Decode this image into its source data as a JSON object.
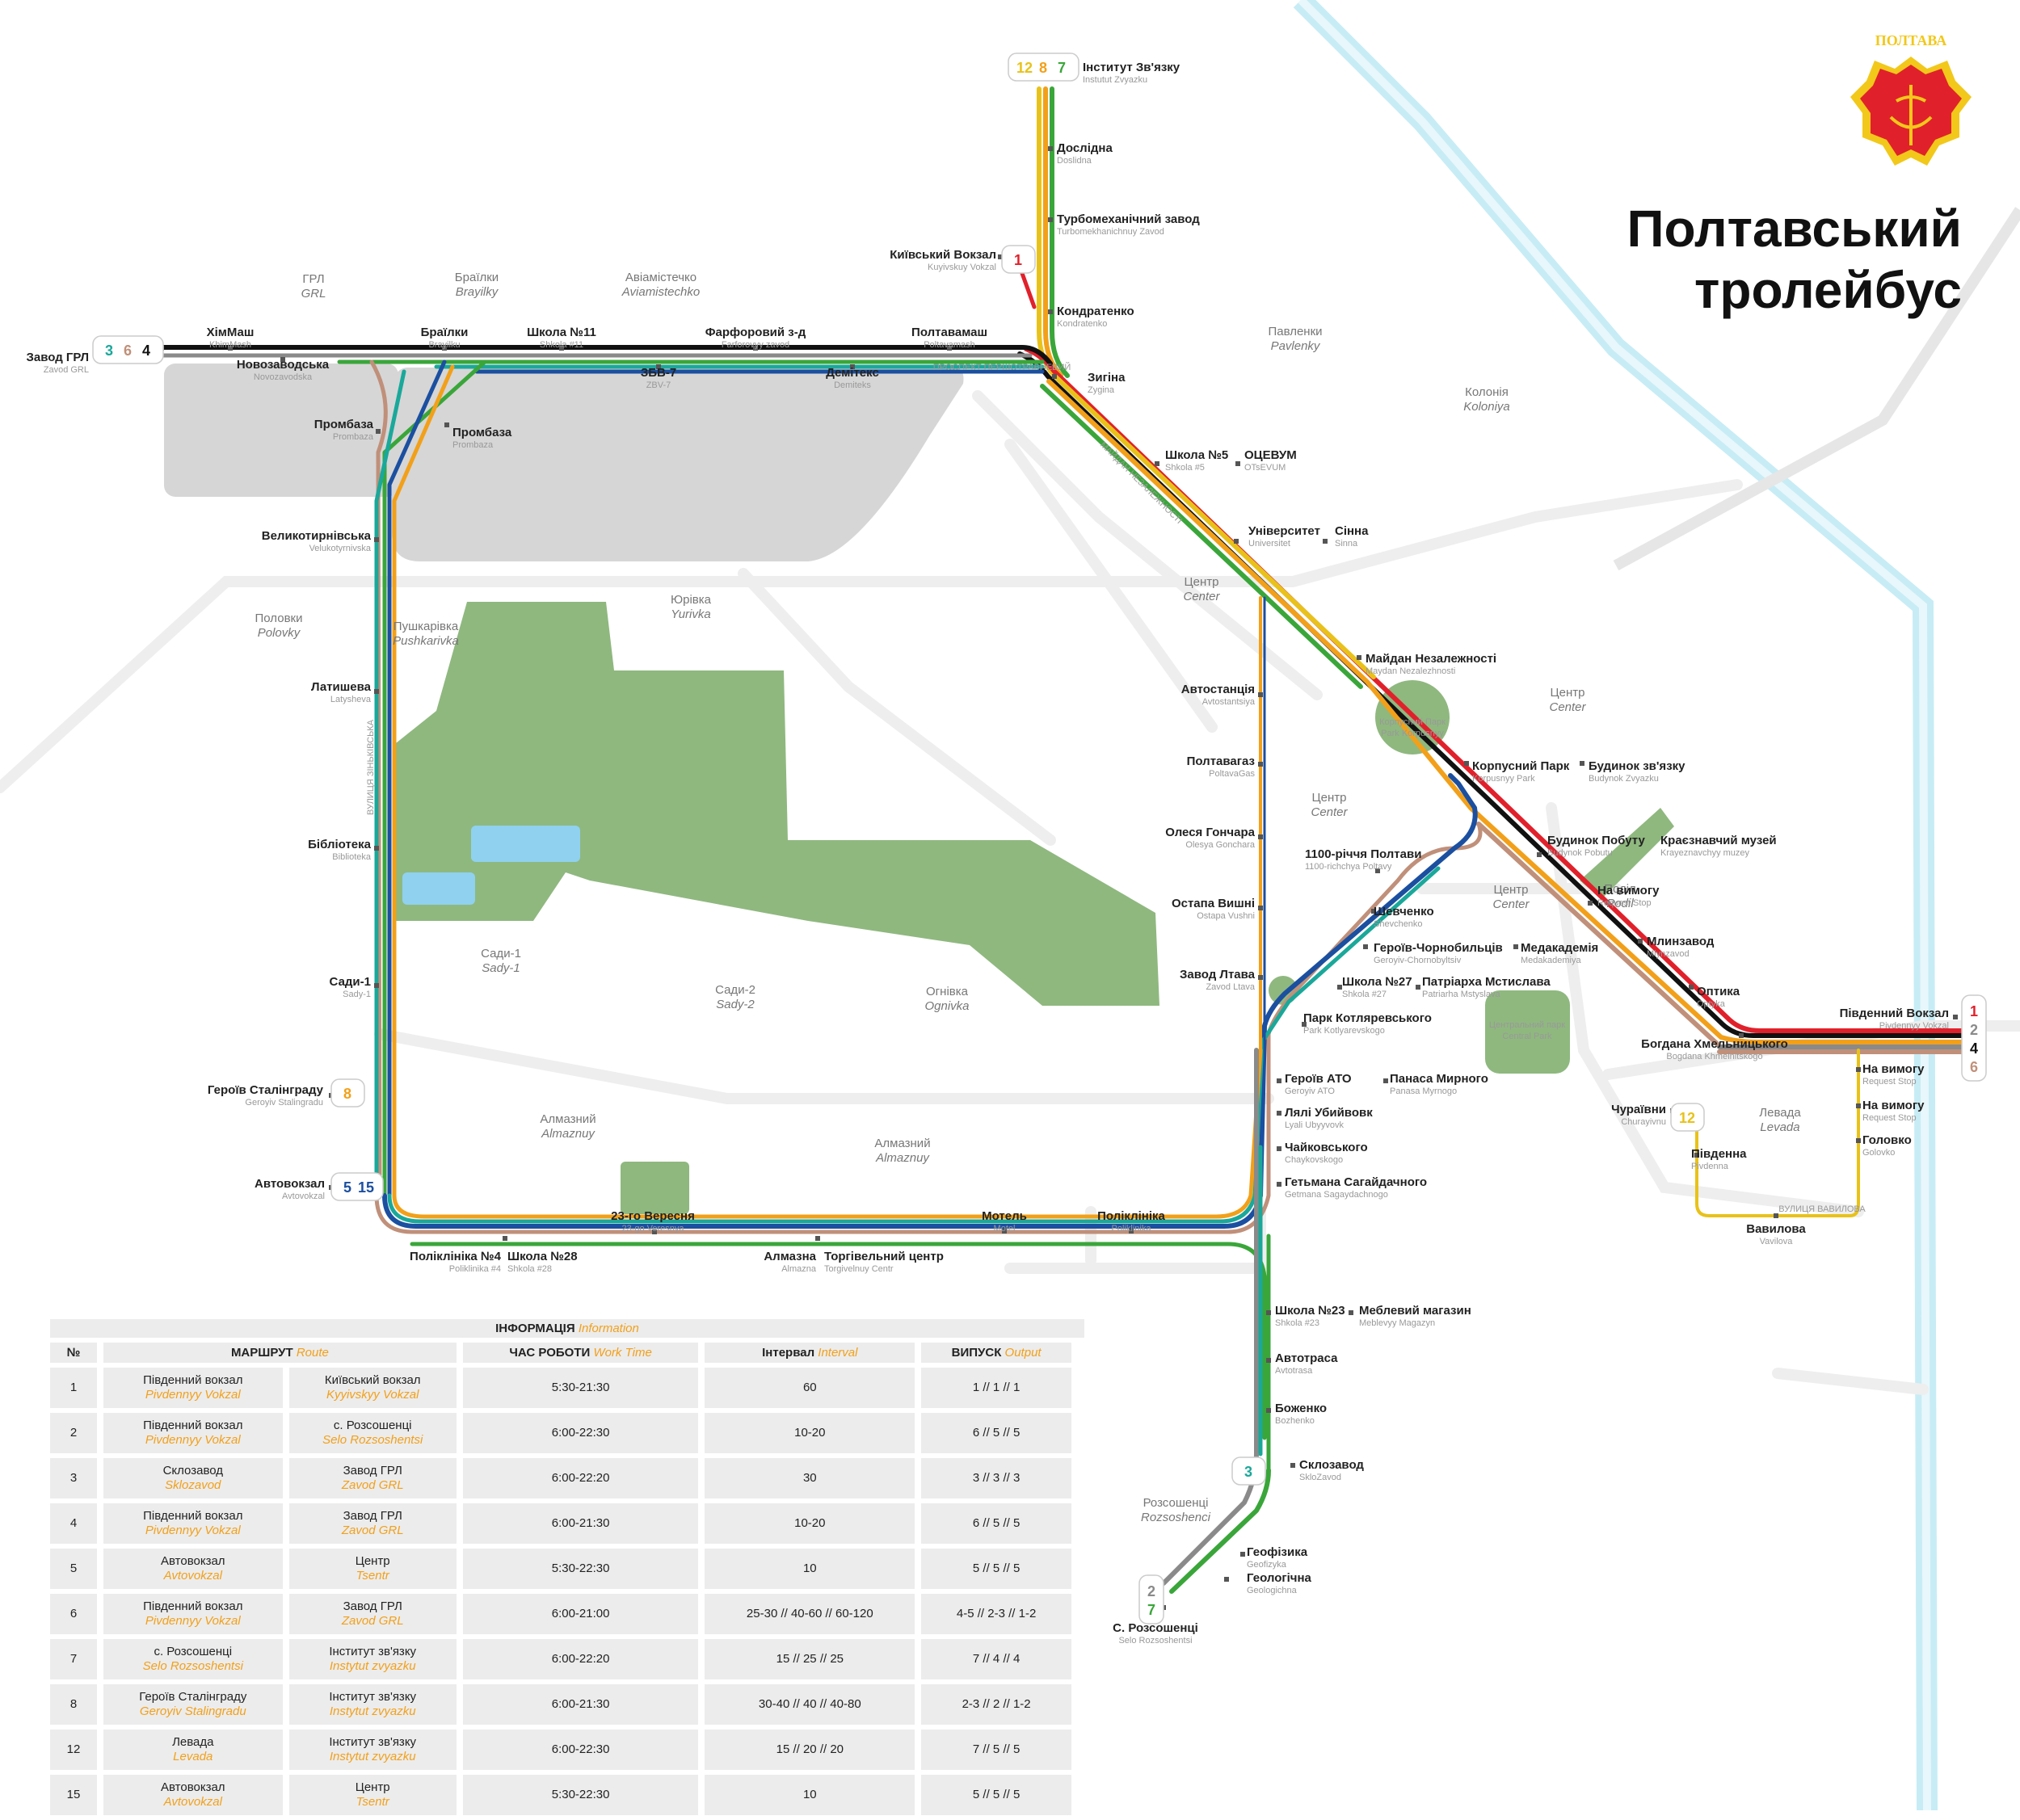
{
  "title": {
    "line1": "Полтавський",
    "line2": "тролейбус"
  },
  "crest": {
    "label": "ПОЛТАВА"
  },
  "colors": {
    "r1": "#e0212b",
    "r2": "#8a8a8a",
    "r3": "#1aa89a",
    "r4": "#111111",
    "r5": "#1b4fa0",
    "r6": "#c0907a",
    "r7": "#3aa63a",
    "r8": "#f2a01a",
    "r12": "#e8c21a",
    "r15": "#1b4fa0",
    "river": "#c7ecf5",
    "road": "#eeeeee",
    "park": "#8db879",
    "water": "#8fd1ef"
  },
  "districts": [
    {
      "name": "ГРЛ",
      "latin": "GRL"
    },
    {
      "name": "Браїлки",
      "latin": "Brayilky"
    },
    {
      "name": "Авіамістечко",
      "latin": "Aviamistechko"
    },
    {
      "name": "Павленки",
      "latin": "Pavlenky"
    },
    {
      "name": "Колонія",
      "latin": "Koloniya"
    },
    {
      "name": "Центр",
      "latin": "Center"
    },
    {
      "name": "Центр",
      "latin": "Center"
    },
    {
      "name": "Центр",
      "latin": "Center"
    },
    {
      "name": "Центр",
      "latin": "Center"
    },
    {
      "name": "Половки",
      "latin": "Polovky"
    },
    {
      "name": "Пушкарівка",
      "latin": "Pushkarivka"
    },
    {
      "name": "Юрівка",
      "latin": "Yurivka"
    },
    {
      "name": "Поділ",
      "latin": "Podil"
    },
    {
      "name": "Сади-1",
      "latin": "Sady-1"
    },
    {
      "name": "Сади-2",
      "latin": "Sady-2"
    },
    {
      "name": "Огнівка",
      "latin": "Ognivka"
    },
    {
      "name": "Алмазний",
      "latin": "Almaznuy"
    },
    {
      "name": "Алмазний",
      "latin": "Almaznuy"
    },
    {
      "name": "Левада",
      "latin": "Levada"
    },
    {
      "name": "Розсошенці",
      "latin": "Rozsoshenci"
    }
  ],
  "parks": [
    {
      "name": "Корпусний Парк",
      "latin": "Park Korpusnyy"
    },
    {
      "name": "Центральний парк",
      "latin": "Central Park"
    }
  ],
  "stations": [
    {
      "name": "Інститут Зв'язку",
      "latin": "Instutut Zvyazku"
    },
    {
      "name": "Дослідна",
      "latin": "Doslidna"
    },
    {
      "name": "Турбомеханічний завод",
      "latin": "Turbomekhanichnuy Zavod"
    },
    {
      "name": "Київський Вокзал",
      "latin": "Kuyivskuy Vokzal"
    },
    {
      "name": "Кондратенко",
      "latin": "Kondratenko"
    },
    {
      "name": "Зигіна",
      "latin": "Zygina"
    },
    {
      "name": "Школа №5",
      "latin": "Shkola #5"
    },
    {
      "name": "ОЦЕВУМ",
      "latin": "OTsEVUM"
    },
    {
      "name": "Університет",
      "latin": "Universitet"
    },
    {
      "name": "Сінна",
      "latin": "Sinna"
    },
    {
      "name": "Майдан Незалежності",
      "latin": "Maydan Nezalezhnosti"
    },
    {
      "name": "Корпусний Парк",
      "latin": "Korpusnyy Park"
    },
    {
      "name": "Будинок зв'язку",
      "latin": "Budynok Zvyazku"
    },
    {
      "name": "Будинок Побуту",
      "latin": "Budynok Pobutu"
    },
    {
      "name": "Краєзнавчий музей",
      "latin": "Krayeznavchyy muzey"
    },
    {
      "name": "На вимогу",
      "latin": "Request Stop"
    },
    {
      "name": "Млинзавод",
      "latin": "Mlynzavod"
    },
    {
      "name": "Оптика",
      "latin": "Optyka"
    },
    {
      "name": "Південний Вокзал",
      "latin": "Pivdennyy Vokzal"
    },
    {
      "name": "Богдана Хмельницького",
      "latin": "Bogdana Khmelnitskogo"
    },
    {
      "name": "На вимогу",
      "latin": "Request Stop"
    },
    {
      "name": "На вимогу",
      "latin": "Request Stop"
    },
    {
      "name": "Головко",
      "latin": "Golovko"
    },
    {
      "name": "Чураївни",
      "latin": "Churayivnu"
    },
    {
      "name": "Південна",
      "latin": "Pivdenna"
    },
    {
      "name": "Вавилова",
      "latin": "Vavilova"
    },
    {
      "name": "Завод ГРЛ",
      "latin": "Zavod GRL"
    },
    {
      "name": "ХімМаш",
      "latin": "KhimMash"
    },
    {
      "name": "Новозаводська",
      "latin": "Novozavodska"
    },
    {
      "name": "Браїлки",
      "latin": "Brayilku"
    },
    {
      "name": "Школа №11",
      "latin": "Shkola #11"
    },
    {
      "name": "ЗБВ-7",
      "latin": "ZBV-7"
    },
    {
      "name": "Фарфоровий з-д",
      "latin": "Farforovyy zavod"
    },
    {
      "name": "Демітекс",
      "latin": "Demiteks"
    },
    {
      "name": "Полтавамаш",
      "latin": "Poltavamash"
    },
    {
      "name": "Промбаза",
      "latin": "Prombaza"
    },
    {
      "name": "Промбаза",
      "latin": "Prombaza"
    },
    {
      "name": "Великотирнівська",
      "latin": "Velukotyrnivska"
    },
    {
      "name": "Латишева",
      "latin": "Latysheva"
    },
    {
      "name": "Бібліотека",
      "latin": "Biblioteka"
    },
    {
      "name": "Сади-1",
      "latin": "Sady-1"
    },
    {
      "name": "Героїв Сталінграду",
      "latin": "Geroyiv Stalingradu"
    },
    {
      "name": "Автовокзал",
      "latin": "Avtovokzal"
    },
    {
      "name": "Поліклініка №4",
      "latin": "Poliklinika #4"
    },
    {
      "name": "Школа №28",
      "latin": "Shkola #28"
    },
    {
      "name": "23-го Вересня",
      "latin": "23-go Veresnya"
    },
    {
      "name": "Алмазна",
      "latin": "Almazna"
    },
    {
      "name": "Торгівельний центр",
      "latin": "Torgivelnuy Centr"
    },
    {
      "name": "Мотель",
      "latin": "Motel"
    },
    {
      "name": "Поліклініка",
      "latin": "Poliklinika"
    },
    {
      "name": "Автостанція",
      "latin": "Avtostantsiya"
    },
    {
      "name": "Полтавагаз",
      "latin": "PoltavaGas"
    },
    {
      "name": "Олеся Гончара",
      "latin": "Olesya Gonchara"
    },
    {
      "name": "Остапа Вишні",
      "latin": "Ostapa Vushni"
    },
    {
      "name": "Завод Лтава",
      "latin": "Zavod Ltava"
    },
    {
      "name": "1100-річчя Полтави",
      "latin": "1100-richchya Poltavy"
    },
    {
      "name": "Шевченко",
      "latin": "Shevchenko"
    },
    {
      "name": "Героїв-Чорнобильців",
      "latin": "Geroyiv-Chornobyltsiv"
    },
    {
      "name": "Медакадемія",
      "latin": "Medakademiya"
    },
    {
      "name": "Школа №27",
      "latin": "Shkola #27"
    },
    {
      "name": "Патріарха Мстислава",
      "latin": "Patriarha Mstyslava"
    },
    {
      "name": "Парк Котляревського",
      "latin": "Park Kotlyarevskogo"
    },
    {
      "name": "Героїв АТО",
      "latin": "Geroyiv ATO"
    },
    {
      "name": "Панаса Мирного",
      "latin": "Panasa Myrnogo"
    },
    {
      "name": "Лялі Убийвовк",
      "latin": "Lyali Ubyyvovk"
    },
    {
      "name": "Чайковського",
      "latin": "Chaykovskogo"
    },
    {
      "name": "Гетьмана Сагайдачного",
      "latin": "Getmana Sagaydachnogo"
    },
    {
      "name": "Школа №23",
      "latin": "Shkola #23"
    },
    {
      "name": "Меблевий магазин",
      "latin": "Meblevyy Magazyn"
    },
    {
      "name": "Автотраса",
      "latin": "Avtotrasa"
    },
    {
      "name": "Боженко",
      "latin": "Bozhenko"
    },
    {
      "name": "Склозавод",
      "latin": "SkloZavod"
    },
    {
      "name": "Геофізика",
      "latin": "Geofizyka"
    },
    {
      "name": "Геологічна",
      "latin": "Geologichna"
    },
    {
      "name": "С. Розсошенці",
      "latin": "Selo Rozsoshentsi"
    }
  ],
  "terminal_badges": [
    {
      "routes": [
        "12",
        "8",
        "7"
      ]
    },
    {
      "routes": [
        "1"
      ]
    },
    {
      "routes": [
        "3",
        "6",
        "4"
      ]
    },
    {
      "routes": [
        "1",
        "2",
        "4",
        "6"
      ]
    },
    {
      "routes": [
        "12"
      ]
    },
    {
      "routes": [
        "8"
      ]
    },
    {
      "routes": [
        "5",
        "15"
      ]
    },
    {
      "routes": [
        "3"
      ]
    },
    {
      "routes": [
        "2",
        "7"
      ]
    }
  ],
  "streets": [
    "ПРОСПЕКТ ПЕРШОТРАВНЕВИЙ",
    "ВУЛИЦЯ ЗІНЬКІВСЬКА",
    "ВУЛИЦЯ ВАВИЛОВА",
    "МАЙДАН НЕЗАЛЕЖНОСТІ"
  ],
  "info": {
    "caption": "ІНФОРМАЦІЯ",
    "caption_en": "Information",
    "headers": {
      "num": "№",
      "route": "МАРШРУТ",
      "route_en": "Route",
      "time": "ЧАС РОБОТИ",
      "time_en": "Work Time",
      "interval": "Інтервал",
      "interval_en": "Interval",
      "output": "ВИПУСК",
      "output_en": "Output"
    },
    "rows": [
      {
        "num": "1",
        "from": "Південний вокзал",
        "from_en": "Pivdennyy Vokzal",
        "to": "Київський вокзал",
        "to_en": "Kyyivskyy Vokzal",
        "time": "5:30-21:30",
        "interval": "60",
        "output": "1 // 1 // 1"
      },
      {
        "num": "2",
        "from": "Південний вокзал",
        "from_en": "Pivdennyy Vokzal",
        "to": "с. Розсошенці",
        "to_en": "Selo Rozsoshentsi",
        "time": "6:00-22:30",
        "interval": "10-20",
        "output": "6 // 5 // 5"
      },
      {
        "num": "3",
        "from": "Склозавод",
        "from_en": "Sklozavod",
        "to": "Завод ГРЛ",
        "to_en": "Zavod GRL",
        "time": "6:00-22:20",
        "interval": "30",
        "output": "3 // 3 // 3"
      },
      {
        "num": "4",
        "from": "Південний вокзал",
        "from_en": "Pivdennyy Vokzal",
        "to": "Завод ГРЛ",
        "to_en": "Zavod GRL",
        "time": "6:00-21:30",
        "interval": "10-20",
        "output": "6 // 5 // 5"
      },
      {
        "num": "5",
        "from": "Автовокзал",
        "from_en": "Avtovokzal",
        "to": "Центр",
        "to_en": "Tsentr",
        "time": "5:30-22:30",
        "interval": "10",
        "output": "5 // 5 // 5"
      },
      {
        "num": "6",
        "from": "Південний вокзал",
        "from_en": "Pivdennyy Vokzal",
        "to": "Завод ГРЛ",
        "to_en": "Zavod GRL",
        "time": "6:00-21:00",
        "interval": "25-30 // 40-60 // 60-120",
        "output": "4-5 // 2-3 // 1-2"
      },
      {
        "num": "7",
        "from": "с. Розсошенці",
        "from_en": "Selo Rozsoshentsi",
        "to": "Інститут зв'язку",
        "to_en": "Instytut zvyazku",
        "time": "6:00-22:20",
        "interval": "15 // 25 // 25",
        "output": "7 // 4 // 4"
      },
      {
        "num": "8",
        "from": "Героїв Сталінграду",
        "from_en": "Geroyiv Stalingradu",
        "to": "Інститут зв'язку",
        "to_en": "Instytut zvyazku",
        "time": "6:00-21:30",
        "interval": "30-40 // 40 // 40-80",
        "output": "2-3 // 2 // 1-2"
      },
      {
        "num": "12",
        "from": "Левада",
        "from_en": "Levada",
        "to": "Інститут зв'язку",
        "to_en": "Instytut zvyazku",
        "time": "6:00-22:30",
        "interval": "15 // 20 // 20",
        "output": "7 // 5 // 5"
      },
      {
        "num": "15",
        "from": "Автовокзал",
        "from_en": "Avtovokzal",
        "to": "Центр",
        "to_en": "Tsentr",
        "time": "5:30-22:30",
        "interval": "10",
        "output": "5 // 5 // 5"
      }
    ]
  }
}
